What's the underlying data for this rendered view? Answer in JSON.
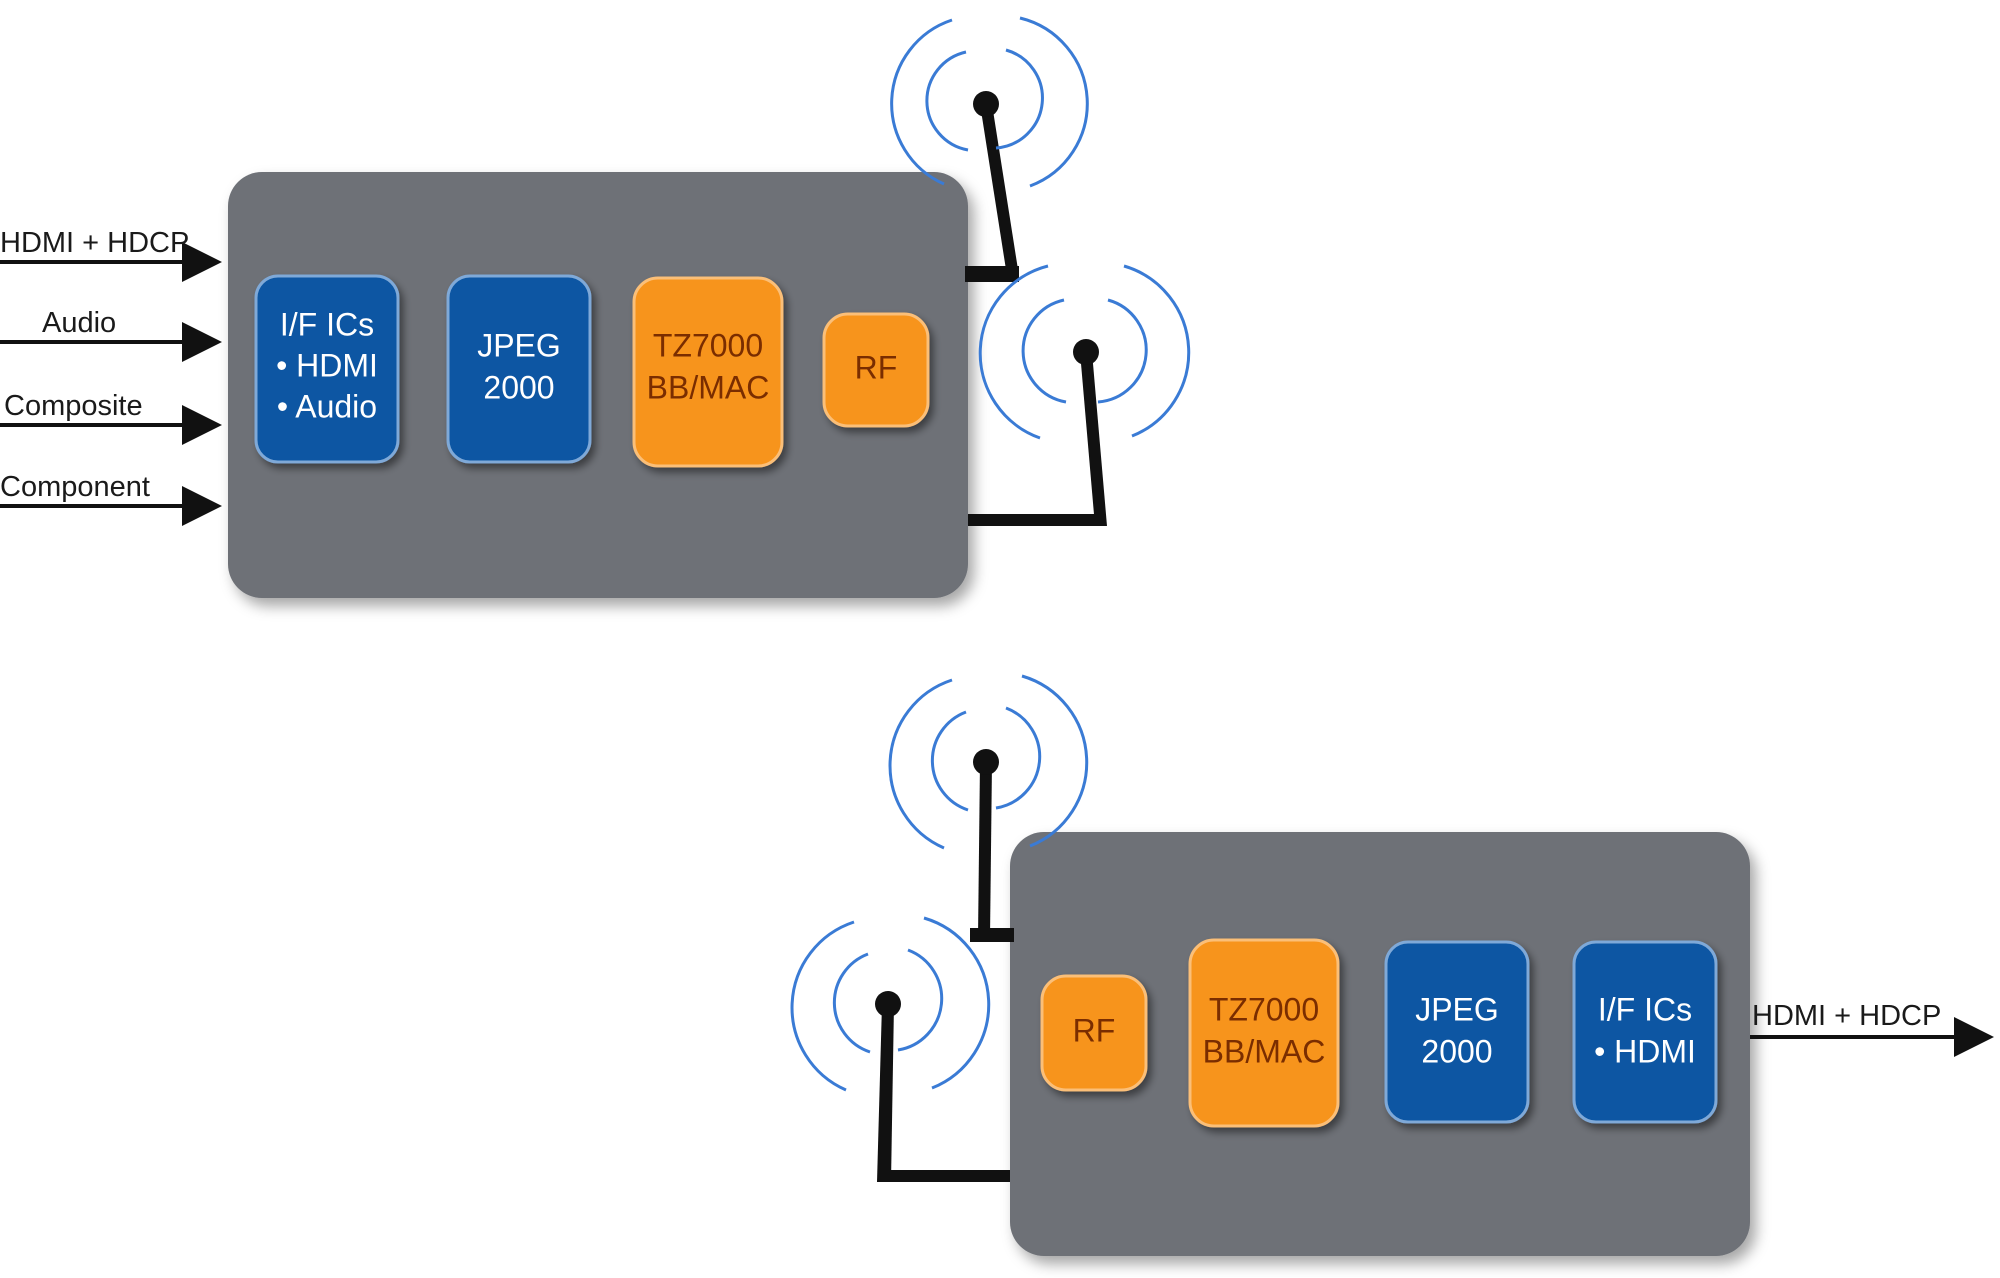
{
  "colors": {
    "device": "#6e7177",
    "block_blue": "#0b57a3",
    "block_orange": "#f7941d",
    "wave": "#3a7bd5",
    "line": "#111111"
  },
  "transmitter": {
    "inputs": [
      "HDMI + HDCP",
      "Audio",
      "Composite",
      "Component"
    ],
    "blocks": [
      {
        "lines": [
          "I/F ICs",
          "• HDMI",
          "• Audio"
        ],
        "color": "blue"
      },
      {
        "lines": [
          "JPEG",
          "2000"
        ],
        "color": "blue"
      },
      {
        "lines": [
          "TZ7000",
          "BB/MAC"
        ],
        "color": "orange"
      },
      {
        "lines": [
          "RF"
        ],
        "color": "orange"
      }
    ],
    "antenna_count": 2,
    "icon": "antenna-icon"
  },
  "receiver": {
    "output": "HDMI + HDCP",
    "blocks": [
      {
        "lines": [
          "RF"
        ],
        "color": "orange"
      },
      {
        "lines": [
          "TZ7000",
          "BB/MAC"
        ],
        "color": "orange"
      },
      {
        "lines": [
          "JPEG",
          "2000"
        ],
        "color": "blue"
      },
      {
        "lines": [
          "I/F ICs",
          "• HDMI"
        ],
        "color": "blue"
      }
    ],
    "antenna_count": 2,
    "icon": "antenna-icon"
  }
}
